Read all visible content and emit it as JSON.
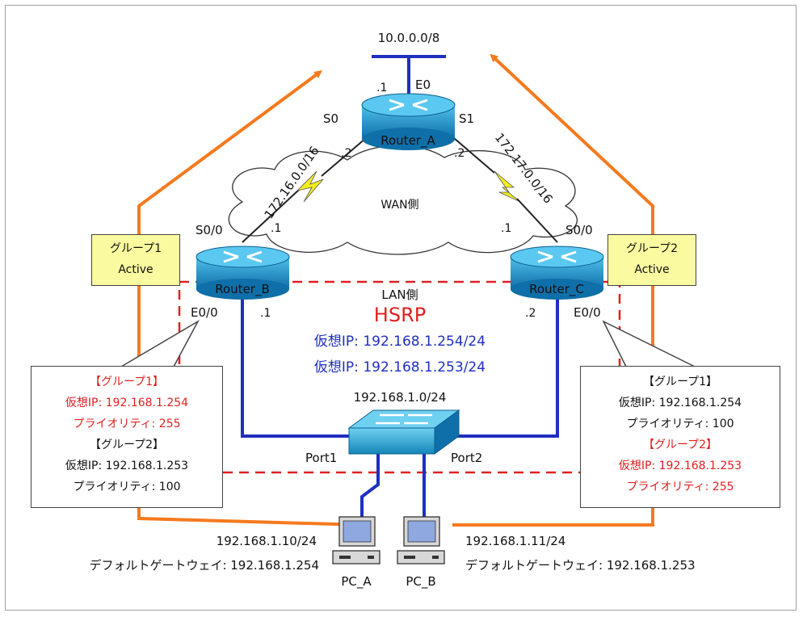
{
  "network": {
    "top_net": "10.0.0.0/8",
    "wan_label": "WAN側",
    "lan_label": "LAN側",
    "protocol": "HSRP",
    "virtual_ip_1": "仮想IP: 192.168.1.254/24",
    "virtual_ip_2": "仮想IP: 192.168.1.253/24",
    "lan_net": "192.168.1.0/24",
    "link_ab": "172.16.0.0/16",
    "link_ac": "172.17.0.0/16"
  },
  "router_a": {
    "name": "Router_A",
    "e0": "E0",
    "e0_addr": ".1",
    "s0": "S0",
    "s1": "S1",
    "s0_addr": ".2",
    "s1_addr": ".2"
  },
  "router_b": {
    "name": "Router_B",
    "s0": "S0/0",
    "s0_addr": ".1",
    "e0": "E0/0",
    "e0_addr": ".1"
  },
  "router_c": {
    "name": "Router_C",
    "s0": "S0/0",
    "s0_addr": ".1",
    "e0": "E0/0",
    "e0_addr": ".2"
  },
  "switch": {
    "port1": "Port1",
    "port2": "Port2"
  },
  "group_left": {
    "line1": "グループ1",
    "line2": "Active"
  },
  "group_right": {
    "line1": "グループ2",
    "line2": "Active"
  },
  "callout_b": {
    "g1_title": "【グループ1】",
    "g1_vip": "仮想IP: 192.168.1.254",
    "g1_prio": "プライオリティ: 255",
    "g2_title": "【グループ2】",
    "g2_vip": "仮想IP: 192.168.1.253",
    "g2_prio": "プライオリティ: 100"
  },
  "callout_c": {
    "g1_title": "【グループ1】",
    "g1_vip": "仮想IP: 192.168.1.254",
    "g1_prio": "プライオリティ: 100",
    "g2_title": "【グループ2】",
    "g2_vip": "仮想IP: 192.168.1.253",
    "g2_prio": "プライオリティ: 255"
  },
  "pc_a": {
    "name": "PC_A",
    "ip": "192.168.1.10/24",
    "gw": "デフォルトゲートウェイ: 192.168.1.254"
  },
  "pc_b": {
    "name": "PC_B",
    "ip": "192.168.1.11/24",
    "gw": "デフォルトゲートウェイ: 192.168.1.253"
  },
  "colors": {
    "orange": "#f47a1e",
    "blue": "#1f2fc0",
    "red": "#e02020",
    "router": "#1c8fc4",
    "lightning": "#f2ec1c"
  }
}
